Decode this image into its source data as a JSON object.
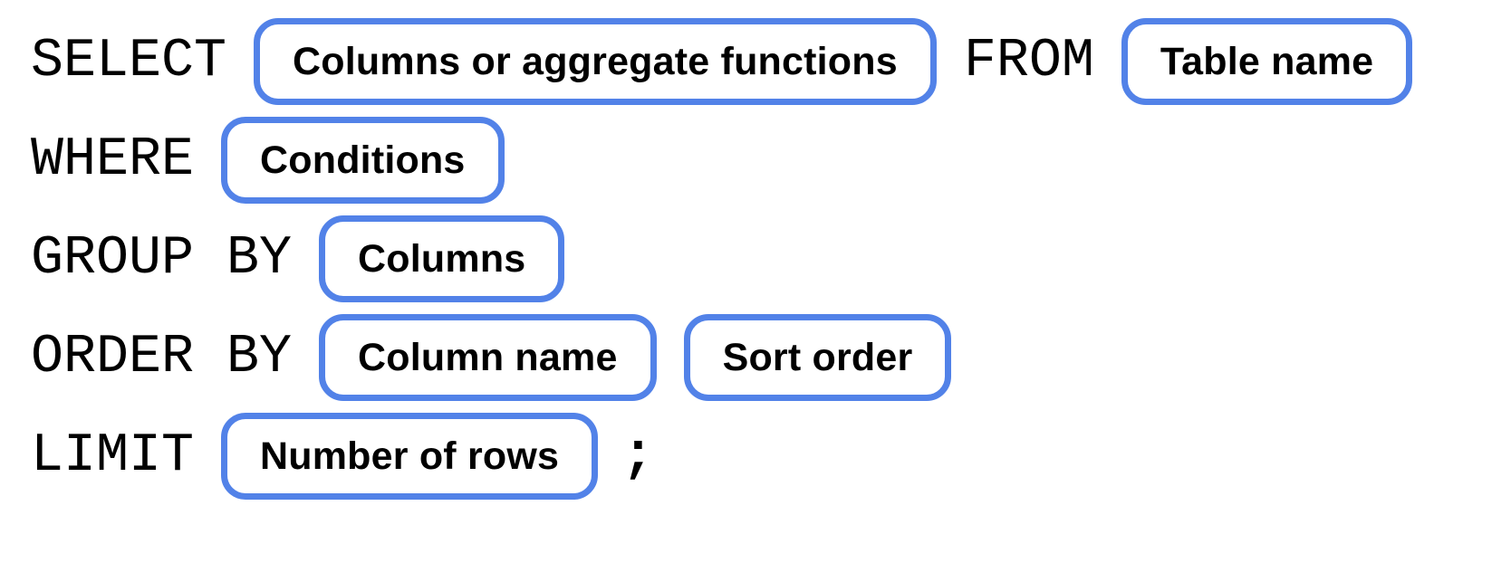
{
  "diagram": {
    "accent_color": "#5282E8",
    "text_color": "#000000",
    "rows": [
      {
        "kw1": "SELECT",
        "pill1": "Columns or aggregate functions",
        "kw2": "FROM",
        "pill2": "Table name"
      },
      {
        "kw1": "WHERE",
        "pill1": "Conditions"
      },
      {
        "kw1": "GROUP BY",
        "pill1": "Columns"
      },
      {
        "kw1": "ORDER BY",
        "pill1": "Column name",
        "pill2": "Sort order"
      },
      {
        "kw1": "LIMIT",
        "pill1": "Number of rows",
        "suffix": ";"
      }
    ]
  }
}
